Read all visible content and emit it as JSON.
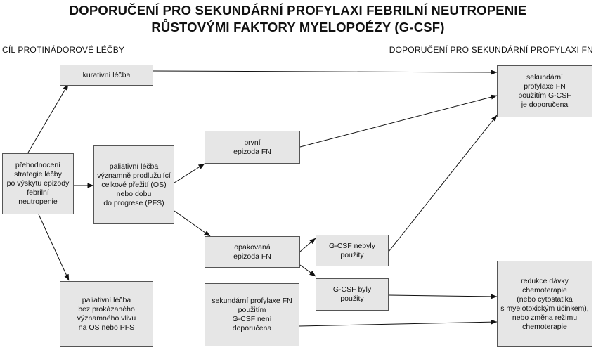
{
  "title": {
    "line1": "DOPORUČENÍ PRO SEKUNDÁRNÍ PROFYLAXI FEBRILNÍ NEUTROPENIE",
    "line2": "RŮSTOVÝMI FAKTORY MYELOPOÉZY (G-CSF)"
  },
  "headers": {
    "left": "CÍL PROTINÁDOROVÉ LÉČBY",
    "right": "DOPORUČENÍ PRO SEKUNDÁRNÍ PROFYLAXI FN"
  },
  "boxes": {
    "reassessment": "přehodnocení\nstrategie léčby\npo výskytu epizody\nfebrilní\nneutropenie",
    "curative": "kurativní léčba",
    "palliative_os": "paliativní léčba\nvýznamně prodlužující\ncelkové přežití (OS)\nnebo dobu\ndo progrese (PFS)",
    "palliative_no": "paliativní léčba\nbez prokázaného\nvýznamného vlivu\nna OS nebo PFS",
    "first_episode": "první\nepizoda FN",
    "repeated_episode": "opakovaná\nepizoda FN",
    "gcsf_not_used": "G-CSF nebyly\npoužity",
    "gcsf_used": "G-CSF byly\npoužity",
    "not_recommended": "sekundární profylaxe FN\npoužitím\nG-CSF není\ndoporučena",
    "recommended": "sekundární\nprofylaxe FN\npoužitím G-CSF\nje doporučena",
    "dose_reduction": "redukce dávky\nchemoterapie\n(nebo cytostatika\ns myelotoxickým účinkem),\nnebo změna režimu\nchemoterapie"
  }
}
